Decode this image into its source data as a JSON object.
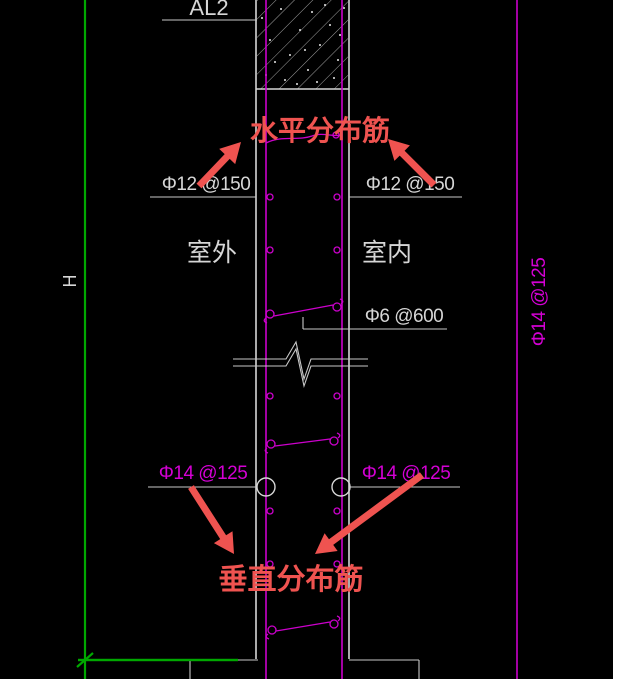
{
  "drawing": {
    "beam_label": "AL2",
    "callouts": {
      "horizontal_rebar": "水平分布筋",
      "vertical_rebar": "垂直分布筋"
    },
    "side_labels": {
      "outdoor": "室外",
      "indoor": "室内"
    },
    "rebar_specs": {
      "horizontal_left": "Φ12 @150",
      "horizontal_right": "Φ12 @150",
      "tie_bar": "Φ6 @600",
      "vertical_left": "Φ14 @125",
      "vertical_right": "Φ14 @125",
      "vertical_dimension": "Φ14 @125"
    },
    "dimension_labels": {
      "wall_height": "H"
    },
    "colors": {
      "background": "#000000",
      "wall_line": "#d6d6d6",
      "rebar_magenta": "#cc00cc",
      "dimension_green": "#00a800",
      "callout_red": "#ef5350",
      "text_white": "#d6d6d6",
      "canvas_edge": "#ffffff"
    }
  }
}
